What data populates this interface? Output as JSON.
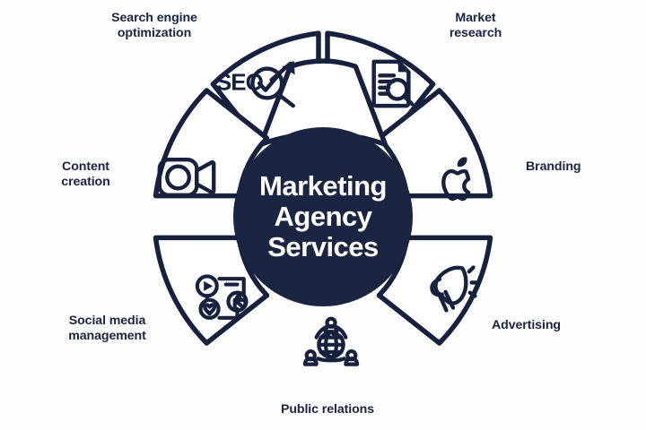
{
  "page": {
    "background_color": "#fdfdfd",
    "accent_dark": "#1b2440",
    "stroke_color": "#17203c",
    "segment_fill": "#ffffff"
  },
  "hub": {
    "line1": "Marketing",
    "line2": "Agency",
    "line3": "Services",
    "text_color": "#ffffff",
    "fill_color": "#1b2440"
  },
  "segments": [
    {
      "id": "seo",
      "label": "Search engine\noptimization",
      "icon": "seo-magnifier-arrow-icon",
      "icon_text": "SEO",
      "position": "top-left"
    },
    {
      "id": "market-research",
      "label": "Market\nresearch",
      "icon": "document-magnifier-icon",
      "position": "top-right"
    },
    {
      "id": "branding",
      "label": "Branding",
      "icon": "apple-logo-icon",
      "position": "right-upper"
    },
    {
      "id": "advertising",
      "label": "Advertising",
      "icon": "megaphone-icon",
      "position": "right-lower"
    },
    {
      "id": "public-relations",
      "label": "Public relations",
      "icon": "globe-people-network-icon",
      "position": "bottom"
    },
    {
      "id": "social-media-management",
      "label": "Social media\nmanagement",
      "icon": "social-play-heart-thumb-icon",
      "position": "left-lower"
    },
    {
      "id": "content-creation",
      "label": "Content\ncreation",
      "icon": "video-camera-icon",
      "position": "left-upper"
    }
  ]
}
